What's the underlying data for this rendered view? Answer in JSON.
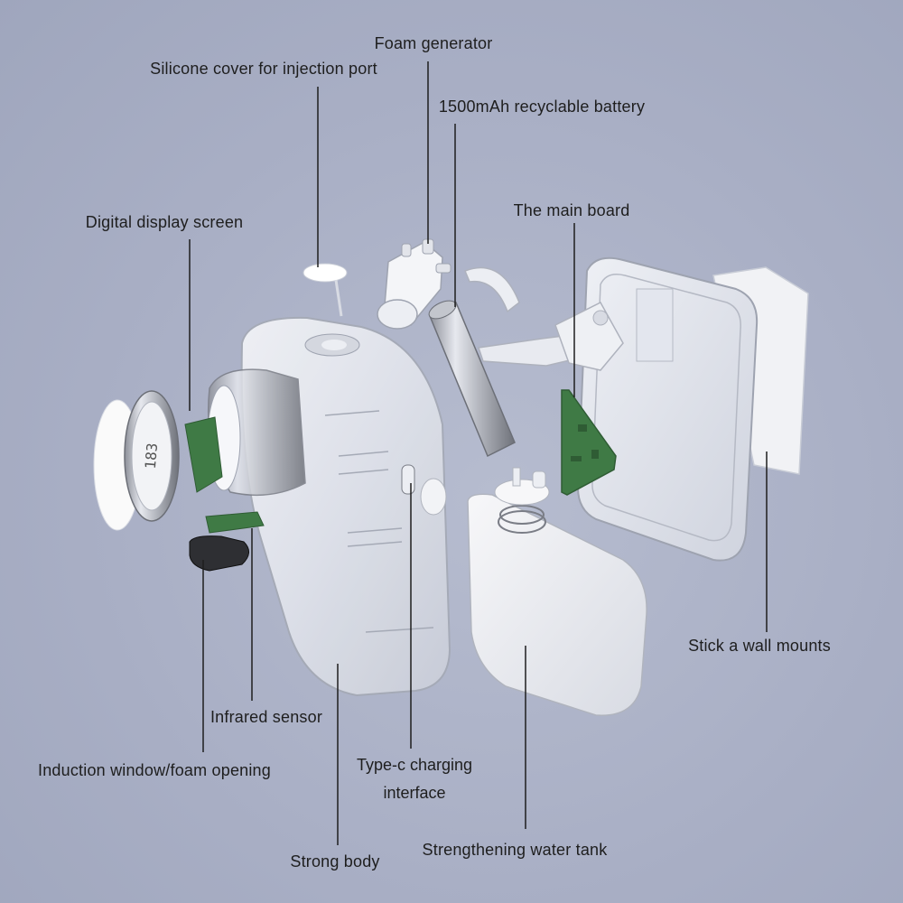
{
  "labels": {
    "foam_generator": "Foam generator",
    "silicone_cover": "Silicone cover for injection port",
    "battery": "1500mAh recyclable battery",
    "main_board": "The main board",
    "digital_display": "Digital display screen",
    "wall_mounts": "Stick a wall mounts",
    "infrared_sensor": "Infrared sensor",
    "induction_window": "Induction window/foam opening",
    "typec_line1": "Type-c charging",
    "typec_line2": "interface",
    "strong_body": "Strong body",
    "water_tank": "Strengthening water tank"
  },
  "display_reading": "183",
  "colors": {
    "background": "#a8aec4",
    "pcb_green": "#3f7a45",
    "leader_line": "#1e1e1e",
    "text": "#1e1e1e"
  }
}
